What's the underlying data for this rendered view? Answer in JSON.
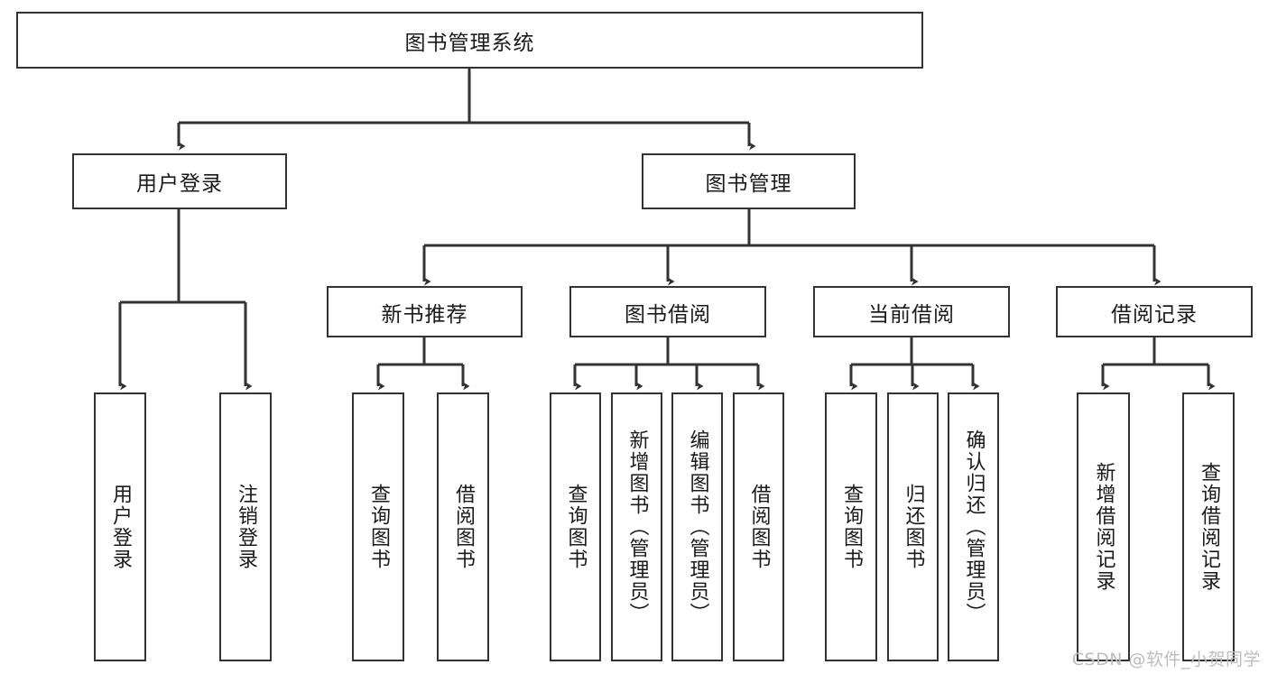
{
  "diagram": {
    "title": "图书管理系统",
    "type": "tree-hierarchy-diagram",
    "colors": {
      "background": "#ffffff",
      "box_border": "#333333",
      "connector": "#333333",
      "text": "#1a1a1a",
      "watermark": "#bdbdbd"
    },
    "nodes": {
      "root": {
        "label": "图书管理系统"
      },
      "level1": [
        {
          "id": "user-login",
          "label": "用户登录"
        },
        {
          "id": "book-management",
          "label": "图书管理"
        }
      ],
      "level2": [
        {
          "id": "new-book-recommend",
          "label": "新书推荐"
        },
        {
          "id": "book-borrow",
          "label": "图书借阅"
        },
        {
          "id": "current-borrow",
          "label": "当前借阅"
        },
        {
          "id": "borrow-record",
          "label": "借阅记录"
        }
      ],
      "leaves": [
        {
          "id": "leaf-user-login",
          "label": "用户登录",
          "parent": "user-login"
        },
        {
          "id": "leaf-logout-login",
          "label": "注销登录",
          "parent": "user-login"
        },
        {
          "id": "leaf-query-book-1",
          "label": "查询图书",
          "parent": "new-book-recommend"
        },
        {
          "id": "leaf-borrow-book-1",
          "label": "借阅图书",
          "parent": "new-book-recommend"
        },
        {
          "id": "leaf-query-book-2",
          "label": "查询图书",
          "parent": "book-borrow"
        },
        {
          "id": "leaf-add-book",
          "label": "新增图书（管理员）",
          "parent": "book-borrow"
        },
        {
          "id": "leaf-edit-book",
          "label": "编辑图书（管理员）",
          "parent": "book-borrow"
        },
        {
          "id": "leaf-borrow-book-2",
          "label": "借阅图书",
          "parent": "book-borrow"
        },
        {
          "id": "leaf-query-book-3",
          "label": "查询图书",
          "parent": "current-borrow"
        },
        {
          "id": "leaf-return-book",
          "label": "归还图书",
          "parent": "current-borrow"
        },
        {
          "id": "leaf-confirm-return",
          "label": "确认归还（管理员）",
          "parent": "current-borrow"
        },
        {
          "id": "leaf-add-record",
          "label": "新增借阅记录",
          "parent": "borrow-record"
        },
        {
          "id": "leaf-query-record",
          "label": "查询借阅记录",
          "parent": "borrow-record"
        }
      ]
    },
    "watermark": "CSDN @软件_小贺同学"
  }
}
